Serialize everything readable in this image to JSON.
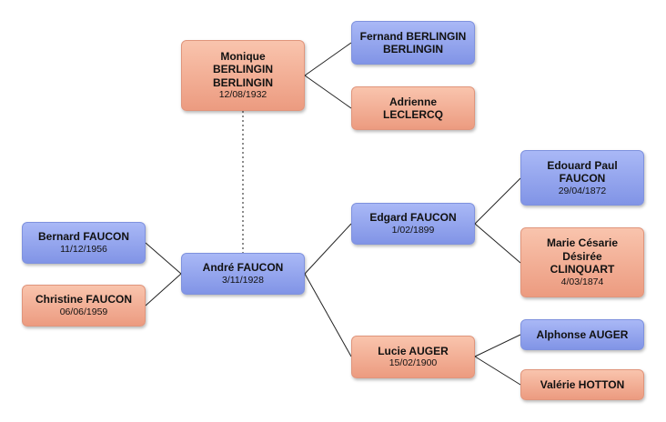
{
  "nodes": [
    {
      "id": "monique",
      "name": "Monique\nBERLINGIN\nBERLINGIN",
      "date": "12/08/1932",
      "gender": "female"
    },
    {
      "id": "fernand",
      "name": "Fernand BERLINGIN\nBERLINGIN",
      "date": "",
      "gender": "male"
    },
    {
      "id": "adrienne",
      "name": "Adrienne\nLECLERCQ",
      "date": "",
      "gender": "female"
    },
    {
      "id": "bernard",
      "name": "Bernard FAUCON",
      "date": "11/12/1956",
      "gender": "male"
    },
    {
      "id": "christine",
      "name": "Christine FAUCON",
      "date": "06/06/1959",
      "gender": "female"
    },
    {
      "id": "andre",
      "name": "André FAUCON",
      "date": "3/11/1928",
      "gender": "male"
    },
    {
      "id": "edgard",
      "name": "Edgard FAUCON",
      "date": "1/02/1899",
      "gender": "male"
    },
    {
      "id": "lucie",
      "name": "Lucie AUGER",
      "date": "15/02/1900",
      "gender": "female"
    },
    {
      "id": "edouard",
      "name": "Edouard Paul\nFAUCON",
      "date": "29/04/1872",
      "gender": "male"
    },
    {
      "id": "marie",
      "name": "Marie Césarie\nDésirée\nCLINQUART",
      "date": "4/03/1874",
      "gender": "female"
    },
    {
      "id": "alphonse",
      "name": "Alphonse AUGER",
      "date": "",
      "gender": "male"
    },
    {
      "id": "valerie",
      "name": "Valérie HOTTON",
      "date": "",
      "gender": "female"
    }
  ],
  "colors": {
    "male": "#8fa0ee",
    "female": "#f3ab93",
    "line": "#222222",
    "dotted": "#666666"
  }
}
